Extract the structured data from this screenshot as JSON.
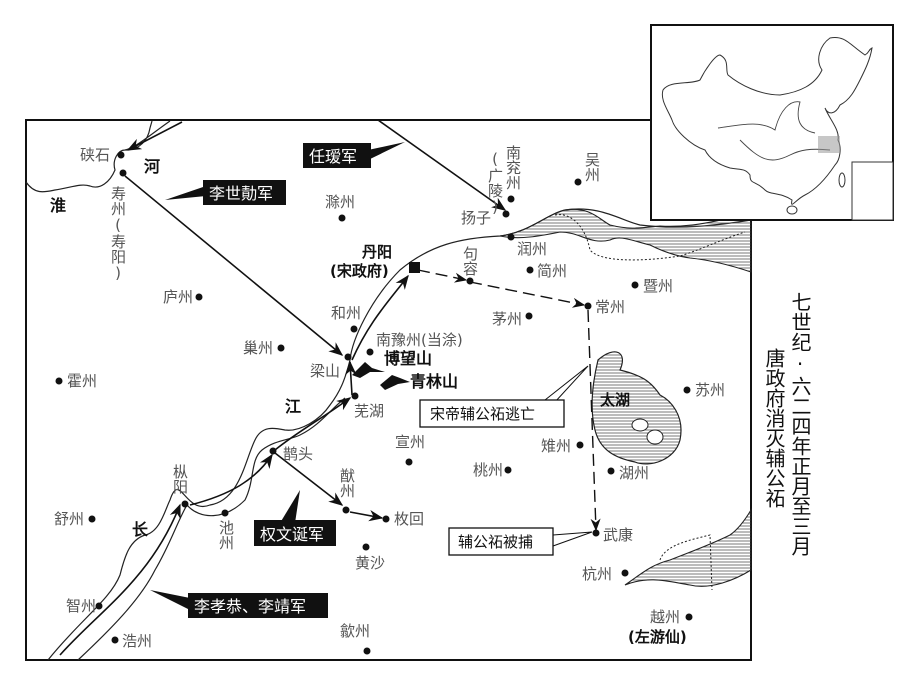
{
  "title": {
    "line1": "七世纪·六二四年正月至三月",
    "line2": "唐政府消灭辅公祏"
  },
  "rivers": {
    "huai": "淮",
    "he": "河",
    "chang": "长",
    "jiang": "江"
  },
  "places": {
    "xiashi": "硖石",
    "shouzhou": "寿州(寿阳)",
    "chuzhou": "滁州",
    "luzhou": "庐州",
    "chaozhou": "巢州",
    "huozhou": "霍州",
    "hezhou": "和州",
    "liangshan": "梁山",
    "nanyuzhou": "南豫州(当涂)",
    "wuhu": "芜湖",
    "danyang": "丹阳",
    "danyang_note": "(宋政府)",
    "jurong": "句容",
    "yangzi": "扬子",
    "nanyanzhou": "南兖州",
    "guangling": "(广陵)",
    "wuzhou": "吴州",
    "runzhou": "润州",
    "jianzhou": "简州",
    "jizhou": "暨州",
    "changzhou": "常州",
    "maozhou": "茅州",
    "suzhou": "苏州",
    "yongzhou": "雉州",
    "huzhou": "湖州",
    "xuanzhou": "宣州",
    "taozhou": "桃州",
    "quetou": "鹊头",
    "zongyang": "枞阳",
    "chizhou": "池州",
    "youzhou": "猷州",
    "meihui": "枚回",
    "huangsha": "黄沙",
    "shuzhou": "舒州",
    "wukang": "武康",
    "hangzhou": "杭州",
    "zhizhou": "智州",
    "haozhou": "浩州",
    "shezhou": "歙州",
    "yuezhou": "越州",
    "yuezhou_note": "(左游仙)"
  },
  "mountains": {
    "bowang": "博望山",
    "qinglin": "青林山"
  },
  "lake": "太湖",
  "armies": {
    "ren_gui": "任瑷军",
    "li_shiji": "李世勣军",
    "quan_wendan": "权文诞军",
    "li_xiaogong_li_jing": "李孝恭、李靖军"
  },
  "notes": {
    "flee": "宋帝辅公祏逃亡",
    "captured": "辅公祏被捕"
  }
}
